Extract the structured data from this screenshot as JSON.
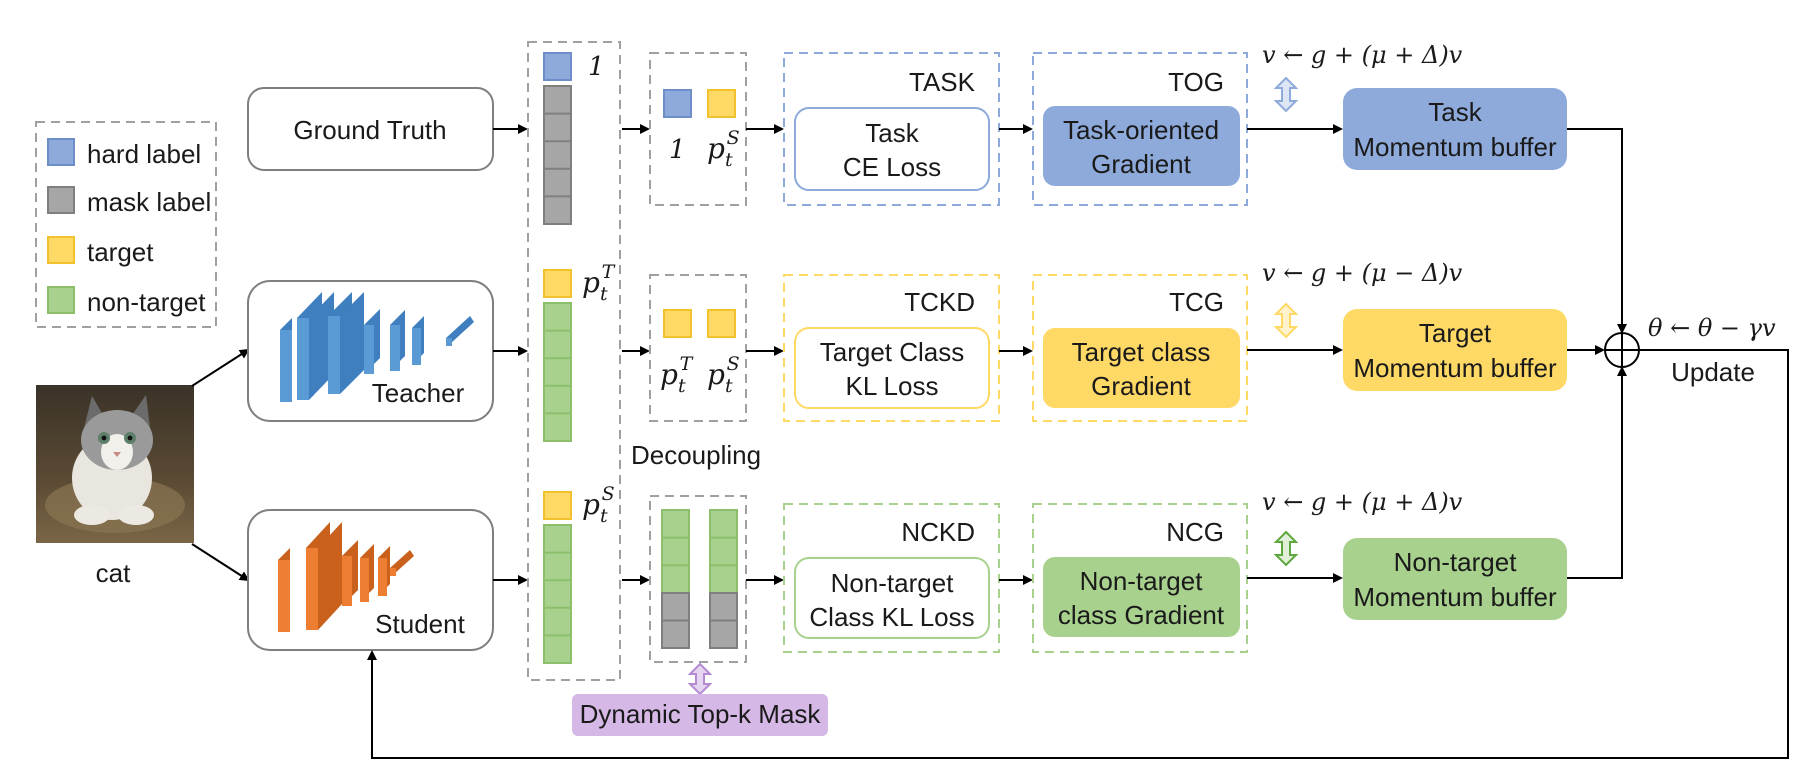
{
  "legend": {
    "hard_label": "hard label",
    "mask_label": "mask label",
    "target": "target",
    "non_target": "non-target"
  },
  "colors": {
    "blue": "#8eaadb",
    "blue_stroke": "#6d8ec9",
    "gray": "#a6a6a6",
    "gray_stroke": "#7f7f7f",
    "yellow": "#ffd966",
    "yellow_stroke": "#f2c12e",
    "green": "#a9d18e",
    "green_stroke": "#8cbf6c",
    "teacher_net": "#5b9bd5",
    "student_net": "#ed7d31",
    "mask_purple": "#d5b8e6",
    "arrow_purple": "#b48ad1"
  },
  "inputs": {
    "image_label": "cat",
    "ground_truth": "Ground Truth",
    "teacher": "Teacher",
    "student": "Student"
  },
  "probs": {
    "one": "1",
    "p_t_T": "p",
    "p_t_S": "p",
    "sub_t": "t",
    "sup_T": "T",
    "sup_S": "S"
  },
  "decoupling": "Decoupling",
  "mask": "Dynamic Top-k Mask",
  "branches": {
    "task": {
      "tag": "TASK",
      "loss_line1": "Task",
      "loss_line2": "CE Loss",
      "grad_tag": "TOG",
      "grad_line1": "Task-oriented",
      "grad_line2": "Gradient",
      "buf_line1": "Task",
      "buf_line2": "Momentum buffer",
      "formula": "v ← g + (μ + Δ)v"
    },
    "tckd": {
      "tag": "TCKD",
      "loss_line1": "Target Class",
      "loss_line2": "KL Loss",
      "grad_tag": "TCG",
      "grad_line1": "Target class",
      "grad_line2": "Gradient",
      "buf_line1": "Target",
      "buf_line2": "Momentum buffer",
      "formula": "v ← g + (μ − Δ)v"
    },
    "nckd": {
      "tag": "NCKD",
      "loss_line1": "Non-target",
      "loss_line2": "Class KL Loss",
      "grad_tag": "NCG",
      "grad_line1": "Non-target",
      "grad_line2": "class Gradient",
      "buf_line1": "Non-target",
      "buf_line2": "Momentum buffer",
      "formula": "v ← g + (μ + Δ)v"
    }
  },
  "update": {
    "formula": "θ ← θ − γv",
    "label": "Update"
  }
}
